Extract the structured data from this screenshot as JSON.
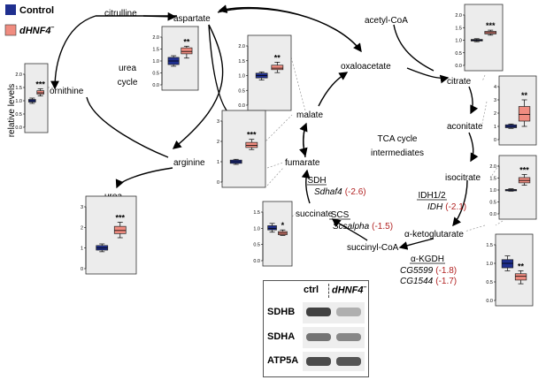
{
  "legend": {
    "control_label": "Control",
    "mutant_label": "dHNF4",
    "mutant_superscript": "–",
    "control_color": "#1f2f8f",
    "mutant_color": "#f08c80"
  },
  "yaxis_label": "relative levels",
  "cycles": {
    "urea": [
      "urea",
      "cycle"
    ],
    "tca": [
      "TCA cycle",
      "intermediates"
    ]
  },
  "metabolites": {
    "citrulline": "citrulline",
    "aspartate": "aspartate",
    "ornithine": "ornithine",
    "arginine": "arginine",
    "urea": "urea",
    "acetyl_coa": "acetyl-CoA",
    "oxaloacetate": "oxaloacetate",
    "citrate": "citrate",
    "malate": "malate",
    "aconitate": "aconitate",
    "fumarate": "fumarate",
    "isocitrate": "isocitrate",
    "succinate": "succinate",
    "alpha_kg": "α-ketoglutarate",
    "succinyl_coa": "succinyl-CoA"
  },
  "enzymes": {
    "sdh": {
      "name": "SDH",
      "genes": [
        {
          "gene": "Sdhaf4",
          "fc": "(-2.6)"
        }
      ]
    },
    "scs": {
      "name": "SCS",
      "genes": [
        {
          "gene": "Scsalpha",
          "fc": "(-1.5)"
        }
      ]
    },
    "idh": {
      "name": "IDH1/2",
      "genes": [
        {
          "gene": "IDH",
          "fc": "(-2.1)"
        }
      ]
    },
    "akgdh": {
      "name": "α-KGDH",
      "genes": [
        {
          "gene": "CG5599",
          "fc": "(-1.8)"
        },
        {
          "gene": "CG1544",
          "fc": "(-1.7)"
        }
      ]
    }
  },
  "chart_data": [
    {
      "type": "box",
      "metabolite": "ornithine",
      "yticks": [
        "0.0",
        "0.5",
        "1.0",
        "1.5",
        "2.0"
      ],
      "ylim": [
        0,
        2.0
      ],
      "series": [
        {
          "name": "Control",
          "median": 1.0,
          "q1": 0.95,
          "q3": 1.05,
          "min": 0.9,
          "max": 1.1
        },
        {
          "name": "dHNF4",
          "median": 1.3,
          "q1": 1.25,
          "q3": 1.38,
          "min": 1.18,
          "max": 1.45
        }
      ],
      "significance": "***"
    },
    {
      "type": "box",
      "metabolite": "aspartate",
      "yticks": [
        "0.0",
        "0.5",
        "1.0",
        "1.5",
        "2.0"
      ],
      "ylim": [
        0,
        2.0
      ],
      "series": [
        {
          "name": "Control",
          "median": 1.0,
          "q1": 0.85,
          "q3": 1.15,
          "min": 0.78,
          "max": 1.22
        },
        {
          "name": "dHNF4",
          "median": 1.4,
          "q1": 1.3,
          "q3": 1.55,
          "min": 1.12,
          "max": 1.62
        }
      ],
      "significance": "**"
    },
    {
      "type": "box",
      "metabolite": "malate",
      "yticks": [
        "0.0",
        "0.5",
        "1.0",
        "1.5",
        "2.0"
      ],
      "ylim": [
        0,
        2.0
      ],
      "series": [
        {
          "name": "Control",
          "median": 1.0,
          "q1": 0.92,
          "q3": 1.08,
          "min": 0.85,
          "max": 1.12
        },
        {
          "name": "dHNF4",
          "median": 1.25,
          "q1": 1.2,
          "q3": 1.35,
          "min": 1.1,
          "max": 1.45
        }
      ],
      "significance": "**"
    },
    {
      "type": "box",
      "metabolite": "fumarate",
      "yticks": [
        "0",
        "1",
        "2",
        "3"
      ],
      "ylim": [
        0,
        3
      ],
      "series": [
        {
          "name": "Control",
          "median": 1.0,
          "q1": 0.92,
          "q3": 1.08,
          "min": 0.87,
          "max": 1.12
        },
        {
          "name": "dHNF4",
          "median": 1.8,
          "q1": 1.7,
          "q3": 1.95,
          "min": 1.6,
          "max": 2.1
        }
      ],
      "significance": "***"
    },
    {
      "type": "box",
      "metabolite": "urea",
      "yticks": [
        "0",
        "1",
        "2",
        "3"
      ],
      "ylim": [
        0,
        3
      ],
      "series": [
        {
          "name": "Control",
          "median": 1.0,
          "q1": 0.9,
          "q3": 1.12,
          "min": 0.82,
          "max": 1.2
        },
        {
          "name": "dHNF4",
          "median": 1.85,
          "q1": 1.7,
          "q3": 2.05,
          "min": 1.5,
          "max": 2.25
        }
      ],
      "significance": "***"
    },
    {
      "type": "box",
      "metabolite": "succinate",
      "yticks": [
        "0.0",
        "0.5",
        "1.0",
        "1.5"
      ],
      "ylim": [
        0,
        1.5
      ],
      "series": [
        {
          "name": "Control",
          "median": 1.0,
          "q1": 0.95,
          "q3": 1.08,
          "min": 0.88,
          "max": 1.15
        },
        {
          "name": "dHNF4",
          "median": 0.85,
          "q1": 0.8,
          "q3": 0.9,
          "min": 0.78,
          "max": 0.95
        }
      ],
      "significance": "*"
    },
    {
      "type": "box",
      "metabolite": "citrate",
      "yticks": [
        "0.0",
        "0.5",
        "1.0",
        "1.5",
        "2.0"
      ],
      "ylim": [
        0,
        2.0
      ],
      "series": [
        {
          "name": "Control",
          "median": 1.0,
          "q1": 0.97,
          "q3": 1.03,
          "min": 0.94,
          "max": 1.06
        },
        {
          "name": "dHNF4",
          "median": 1.3,
          "q1": 1.25,
          "q3": 1.35,
          "min": 1.2,
          "max": 1.4
        }
      ],
      "significance": "***"
    },
    {
      "type": "box",
      "metabolite": "aconitate",
      "yticks": [
        "0",
        "1",
        "2",
        "3",
        "4"
      ],
      "ylim": [
        0,
        4
      ],
      "series": [
        {
          "name": "Control",
          "median": 1.0,
          "q1": 0.9,
          "q3": 1.12,
          "min": 0.85,
          "max": 1.18
        },
        {
          "name": "dHNF4",
          "median": 1.9,
          "q1": 1.4,
          "q3": 2.5,
          "min": 1.0,
          "max": 3.0
        }
      ],
      "significance": "**"
    },
    {
      "type": "box",
      "metabolite": "isocitrate",
      "yticks": [
        "0.0",
        "0.5",
        "1.0",
        "1.5",
        "2.0"
      ],
      "ylim": [
        0,
        2.0
      ],
      "series": [
        {
          "name": "Control",
          "median": 1.0,
          "q1": 0.98,
          "q3": 1.02,
          "min": 0.95,
          "max": 1.05
        },
        {
          "name": "dHNF4",
          "median": 1.4,
          "q1": 1.3,
          "q3": 1.52,
          "min": 1.2,
          "max": 1.65
        }
      ],
      "significance": "***"
    },
    {
      "type": "box",
      "metabolite": "alpha_kg",
      "yticks": [
        "0.0",
        "0.5",
        "1.0",
        "1.5"
      ],
      "ylim": [
        0,
        1.5
      ],
      "series": [
        {
          "name": "Control",
          "median": 1.0,
          "q1": 0.88,
          "q3": 1.1,
          "min": 0.8,
          "max": 1.2
        },
        {
          "name": "dHNF4",
          "median": 0.65,
          "q1": 0.55,
          "q3": 0.72,
          "min": 0.45,
          "max": 0.8
        }
      ],
      "significance": "**"
    }
  ],
  "blot": {
    "lanes": [
      "ctrl",
      "dHNF4"
    ],
    "lane_superscript": "–",
    "bands": [
      "SDHB",
      "SDHA",
      "ATP5A"
    ],
    "intensity": {
      "SDHB": [
        0.85,
        0.3
      ],
      "SDHA": [
        0.6,
        0.5
      ],
      "ATP5A": [
        0.8,
        0.75
      ]
    }
  }
}
